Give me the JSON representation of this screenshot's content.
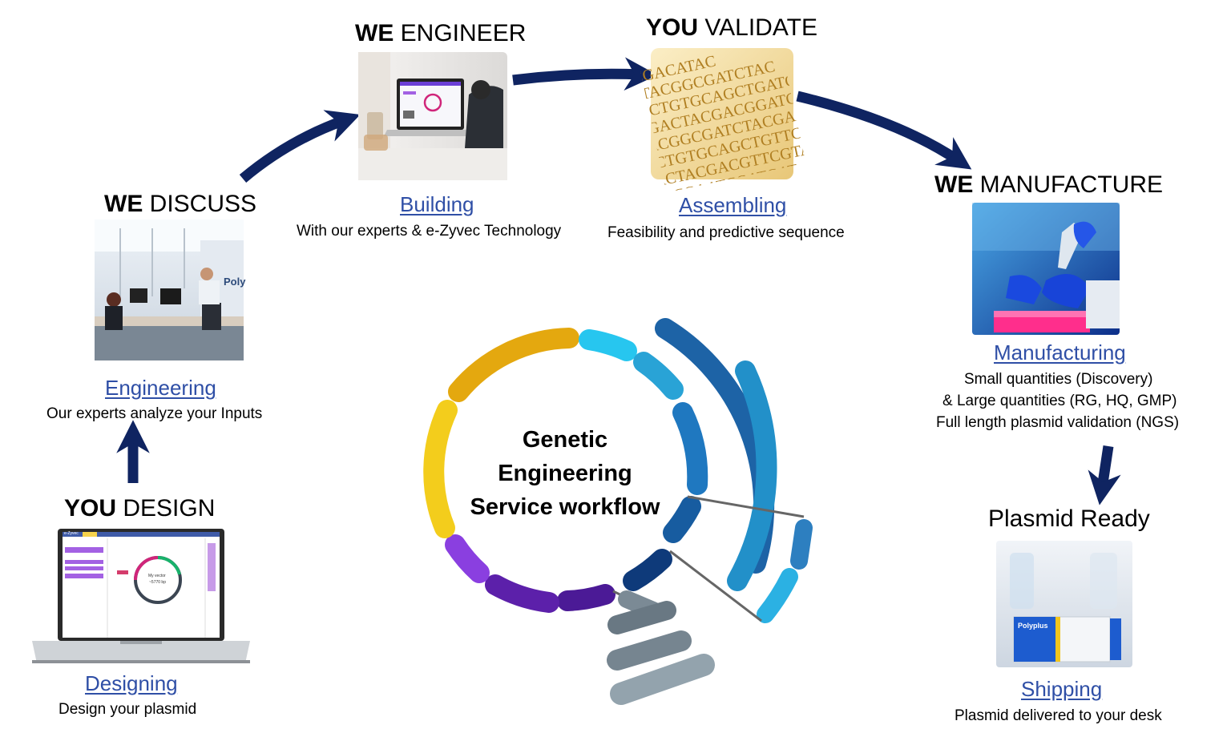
{
  "steps": {
    "design": {
      "title_strong": "YOU",
      "title_rest": "DESIGN",
      "link": "Designing",
      "desc": "Design your plasmid"
    },
    "discuss": {
      "title_strong": "WE",
      "title_rest": "DISCUSS",
      "link": "Engineering",
      "desc": "Our experts analyze your Inputs"
    },
    "engineer": {
      "title_strong": "WE",
      "title_rest": "ENGINEER",
      "link": "Building",
      "desc": "With our experts & e-Zyvec Technology"
    },
    "validate": {
      "title_strong": "YOU",
      "title_rest": "VALIDATE",
      "link": "Assembling",
      "desc": "Feasibility and predictive sequence"
    },
    "manufacture": {
      "title_strong": "WE",
      "title_rest": "MANUFACTURE",
      "link": "Manufacturing",
      "desc_lines": [
        "Small quantities (Discovery)",
        "& Large quantities (RG, HQ, GMP)",
        "Full length plasmid validation (NGS)"
      ]
    },
    "ready": {
      "title": "Plasmid Ready",
      "link": "Shipping",
      "desc": "Plasmid delivered to your desk"
    }
  },
  "center": {
    "lines": [
      "Genetic",
      "Engineering",
      "Service workflow"
    ]
  },
  "image_text": {
    "dna_lines": [
      "CGACATAC",
      "TACGGCGATCTAC",
      "TCTGTGCAGCTGATC",
      "GACTACGACGGATC",
      "ACGGCGATCTACGA",
      "CTGTGCAGCTGTTCG",
      "ACTACGACGTTCGTA",
      "GCGAATCGATGAT"
    ],
    "laptop_brand": "e-Zyvec",
    "laptop_center_a": "My vector",
    "laptop_center_b": "~5770 bp",
    "box_brand": "Polyplus",
    "wall_text": "Poly"
  },
  "colors": {
    "arrow": "#0f2461",
    "link": "#2f4fa6"
  }
}
